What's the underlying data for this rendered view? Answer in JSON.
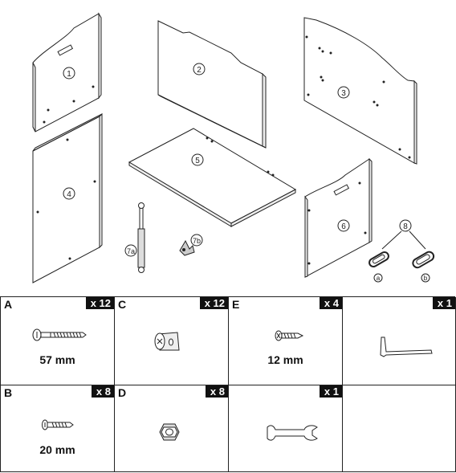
{
  "panels": [
    {
      "id": "p1",
      "label": "1"
    },
    {
      "id": "p2",
      "label": "2"
    },
    {
      "id": "p3",
      "label": "3"
    },
    {
      "id": "p4",
      "label": "4"
    },
    {
      "id": "p5",
      "label": "5"
    },
    {
      "id": "p6",
      "label": "6"
    },
    {
      "id": "p7a",
      "label": "7a"
    },
    {
      "id": "p7b",
      "label": "7b"
    },
    {
      "id": "p8",
      "label": "8"
    },
    {
      "id": "p8a",
      "label": "a"
    },
    {
      "id": "p8b",
      "label": "b"
    }
  ],
  "hardware": [
    {
      "letter": "A",
      "qty": "x 12",
      "size": "57 mm",
      "icon": "long-bolt-icon"
    },
    {
      "letter": "C",
      "qty": "x 12",
      "size": "",
      "icon": "cam-lock-icon"
    },
    {
      "letter": "E",
      "qty": "x 4",
      "size": "12 mm",
      "icon": "short-screw-icon"
    },
    {
      "letter": "",
      "qty": "x 1",
      "size": "",
      "icon": "allen-key-icon"
    },
    {
      "letter": "B",
      "qty": "x 8",
      "size": "20 mm",
      "icon": "medium-bolt-icon"
    },
    {
      "letter": "D",
      "qty": "x 8",
      "size": "",
      "icon": "hex-nut-icon"
    },
    {
      "letter": "",
      "qty": "x 1",
      "size": "",
      "icon": "wrench-icon"
    },
    {
      "letter": "",
      "qty": "",
      "size": "",
      "icon": ""
    }
  ]
}
